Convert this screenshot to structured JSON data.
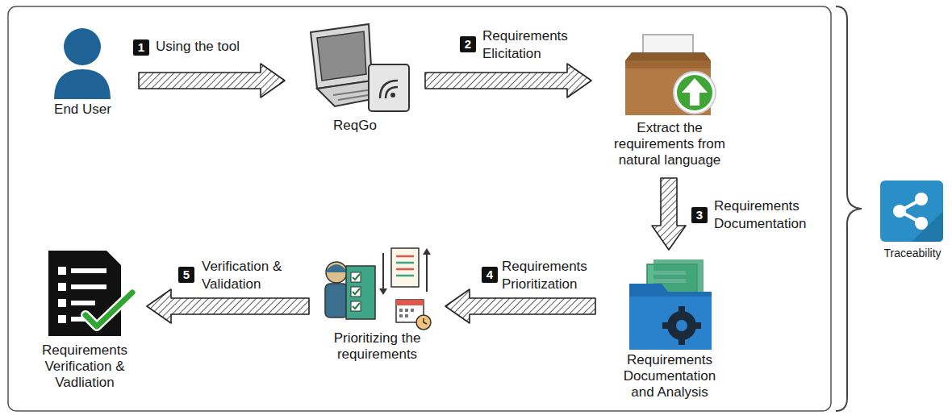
{
  "diagram": {
    "nodes": [
      {
        "text": [
          "End User"
        ]
      },
      {
        "text": [
          "ReqGo"
        ]
      },
      {
        "text": [
          "Extract the requirements from natural language"
        ]
      },
      {
        "text": [
          "Requirements Documentation and Analysis"
        ]
      },
      {
        "text": [
          "Prioritizing the requirements"
        ]
      },
      {
        "text": [
          "Requirements Verification & Vadliation"
        ]
      },
      {
        "text": [
          "Traceability"
        ]
      }
    ],
    "edges": [
      {
        "from": 0,
        "to": 1,
        "arrow": "to",
        "label": "Using the tool"
      },
      {
        "from": 1,
        "to": 2,
        "arrow": "to",
        "label": "Requirements Elicitation"
      },
      {
        "from": 2,
        "to": 3,
        "arrow": "to",
        "label": "Requirements Documentation"
      },
      {
        "from": 3,
        "to": 4,
        "arrow": "to",
        "label": "Requirements Prioritization"
      },
      {
        "from": 4,
        "to": 5,
        "arrow": "to",
        "label": "Verification & Validation"
      }
    ],
    "labels": [
      "1",
      "2",
      "3",
      "4",
      "5"
    ]
  }
}
